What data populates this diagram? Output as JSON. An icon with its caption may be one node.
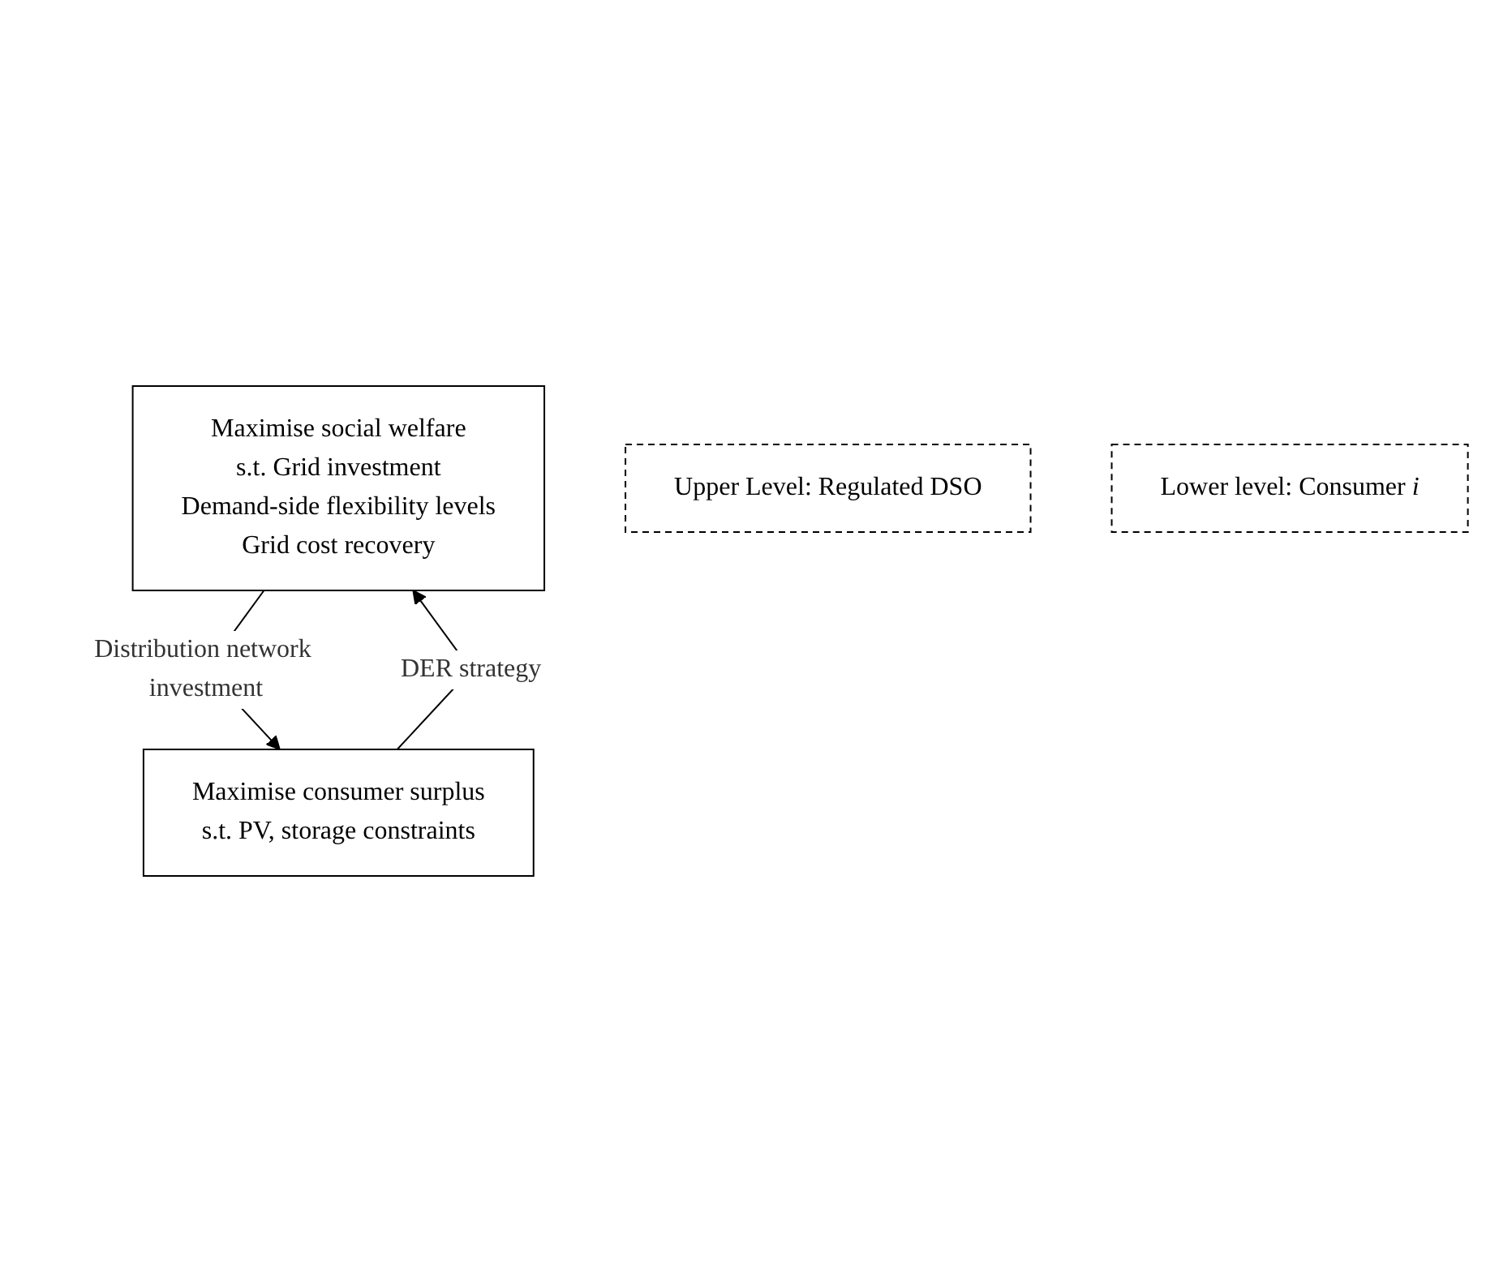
{
  "diagram": {
    "nodes": [
      {
        "text": [
          "Maximise social welfare",
          "s.t. Grid investment",
          "Demand-side flexibility levels",
          "Grid cost recovery"
        ]
      },
      {
        "text": [
          "Maximise consumer surplus",
          "s.t. PV, storage constraints"
        ]
      },
      {
        "text": [
          "Upper Level: Regulated DSO"
        ]
      },
      {
        "text": [
          "Lower level: Consumer *i*"
        ]
      }
    ],
    "edges": [
      {
        "from": 0,
        "to": 1,
        "arrow": "to",
        "label": "Distribution network investment"
      },
      {
        "from": 1,
        "to": 0,
        "arrow": "to",
        "label": "DER strategy"
      }
    ]
  }
}
